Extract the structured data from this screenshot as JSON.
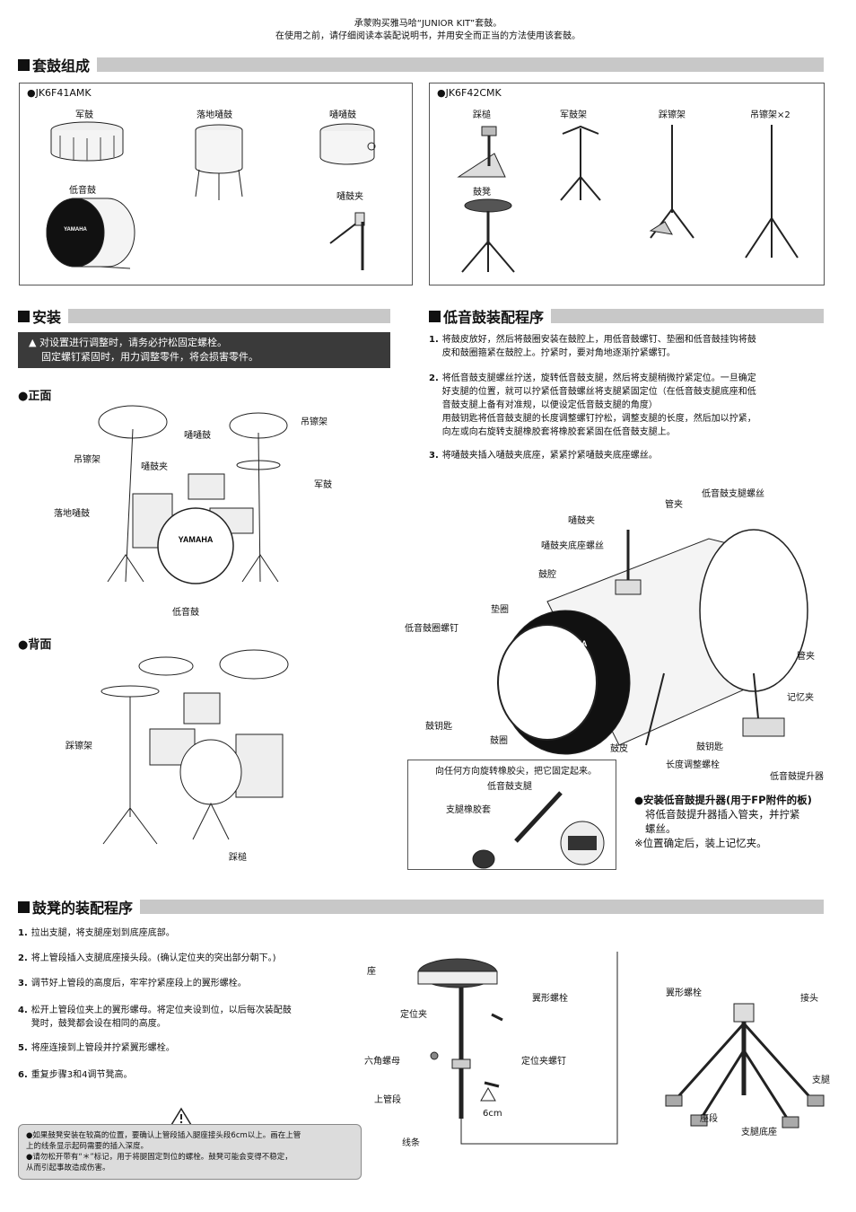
{
  "intro": {
    "line1": "承蒙购买雅马哈“JUNIOR KIT”套鼓。",
    "line2": "在使用之前，请仔细阅读本装配说明书，并用安全而正当的方法使用该套鼓。"
  },
  "kit_section": {
    "title": "套鼓组成",
    "model_a": "●JK6F41AMK",
    "model_b": "●JK6F42CMK",
    "parts_a": [
      "军鼓",
      "落地嗵鼓",
      "嗵嗵鼓",
      "低音鼓",
      "嗵鼓夹"
    ],
    "parts_b": [
      "踩槌",
      "军鼓架",
      "踩镲架",
      "吊镲架×2",
      "鼓凳"
    ],
    "yamaha_logo": "YAMAHA"
  },
  "install_section": {
    "title": "安装",
    "warning_line1": "对设置进行调整时，请务必拧松固定螺栓。",
    "warning_line2": "固定螺钉紧固时，用力调整零件，将会损害零件。",
    "front_title": "●正面",
    "front_labels": [
      "吊镲架",
      "嗵嗵鼓",
      "吊镲架",
      "嗵鼓夹",
      "军鼓",
      "落地嗵鼓",
      "低音鼓"
    ],
    "back_title": "●背面",
    "back_labels": [
      "踩镲架",
      "踩槌"
    ]
  },
  "bass_section": {
    "title": "低音鼓装配程序",
    "steps": [
      {
        "num": "1.",
        "lines": [
          "将鼓皮放好，然后将鼓圈安装在鼓腔上，用低音鼓螺钉、垫圈和低音鼓挂钩将鼓",
          "皮和鼓圈箍紧在鼓腔上。拧紧时，要对角地逐渐拧紧螺钉。"
        ]
      },
      {
        "num": "2.",
        "lines": [
          "将低音鼓支腿螺丝拧送，旋转低音鼓支腿，然后将支腿稍微拧紧定位。一旦确定",
          "好支腿的位置，就可以拧紧低音鼓螺丝将支腿紧固定位（在低音鼓支腿底座和低",
          "音鼓支腿上备有对准规，以便设定低音鼓支腿的角度）",
          "用鼓钥匙将低音鼓支腿的长度调整螺钉拧松，调整支腿的长度，然后加以拧紧，",
          "向左或向右旋转支腿橡胶套将橡胶套紧固在低音鼓支腿上。"
        ]
      },
      {
        "num": "3.",
        "lines": [
          "将嗵鼓夹插入嗵鼓夹底座，紧紧拧紧嗵鼓夹底座螺丝。"
        ]
      }
    ],
    "diagram_labels": {
      "leg_screw": "低音鼓支腿螺丝",
      "pipe_clamp_top": "管夹",
      "tom_holder": "嗵鼓夹",
      "tom_base_screw": "嗵鼓夹底座螺丝",
      "shell": "鼓腔",
      "washer": "垫圈",
      "bass_screw": "低音鼓圈螺钉",
      "pipe_clamp": "管夹",
      "memory_clamp": "记忆夹",
      "drum_key_left": "鼓钥匙",
      "hoop": "鼓圈",
      "head": "鼓皮",
      "drum_key_right": "鼓钥匙",
      "length_screw": "长度调整螺栓",
      "riser": "低音鼓提升器"
    },
    "inset": {
      "caption": "向任何方向旋转橡胶尖，把它固定起来。",
      "leg": "低音鼓支腿",
      "rubber": "支腿橡胶套"
    },
    "riser_note": {
      "title": "●安装低音鼓提升器(用于FP附件的板)",
      "line1": "将低音鼓提升器插入管夹，并拧紧",
      "line2": "螺丝。",
      "line3": "※位置确定后，装上记忆夹。"
    }
  },
  "throne_section": {
    "title": "鼓凳的装配程序",
    "steps": [
      {
        "num": "1.",
        "lines": [
          "拉出支腿，将支腿座划到底座底部。"
        ]
      },
      {
        "num": "2.",
        "lines": [
          "将上管段插入支腿底座接头段。(确认定位夹的突出部分朝下。)"
        ]
      },
      {
        "num": "3.",
        "lines": [
          "调节好上管段的高度后，牢牢拧紧座段上的翼形螺栓。"
        ]
      },
      {
        "num": "4.",
        "lines": [
          "松开上管段位夹上的翼形螺母。将定位夹设到位，以后每次装配鼓",
          "凳时，鼓凳都会设在相同的高度。"
        ]
      },
      {
        "num": "5.",
        "lines": [
          "将座连接到上管段并拧紧翼形螺栓。"
        ]
      },
      {
        "num": "6.",
        "lines": [
          "重复步骤3和4调节凳高。"
        ]
      }
    ],
    "notes": [
      "●如果鼓凳安装在较高的位置，要确认上管段插入腿座接头段6cm以上。画在上管",
      "  上的线条显示起码需要的插入深度。",
      "●请勿松开带有“＊”标记，用于将腿固定到位的螺栓。鼓凳可能会变得不稳定，",
      "  从而引起事故造成伤害。"
    ],
    "left_labels": {
      "seat": "座",
      "wing_bolt": "翼形螺栓",
      "stopper": "定位夹",
      "hex_nut": "六角螺母",
      "stopper_screw": "定位夹螺钉",
      "upper_pipe": "上管段",
      "depth": "6cm",
      "line": "线条"
    },
    "right_labels": {
      "wing_bolt": "翼形螺栓",
      "joint": "接头",
      "leg": "支腿",
      "seat_section": "座段",
      "leg_base": "支腿底座"
    }
  }
}
